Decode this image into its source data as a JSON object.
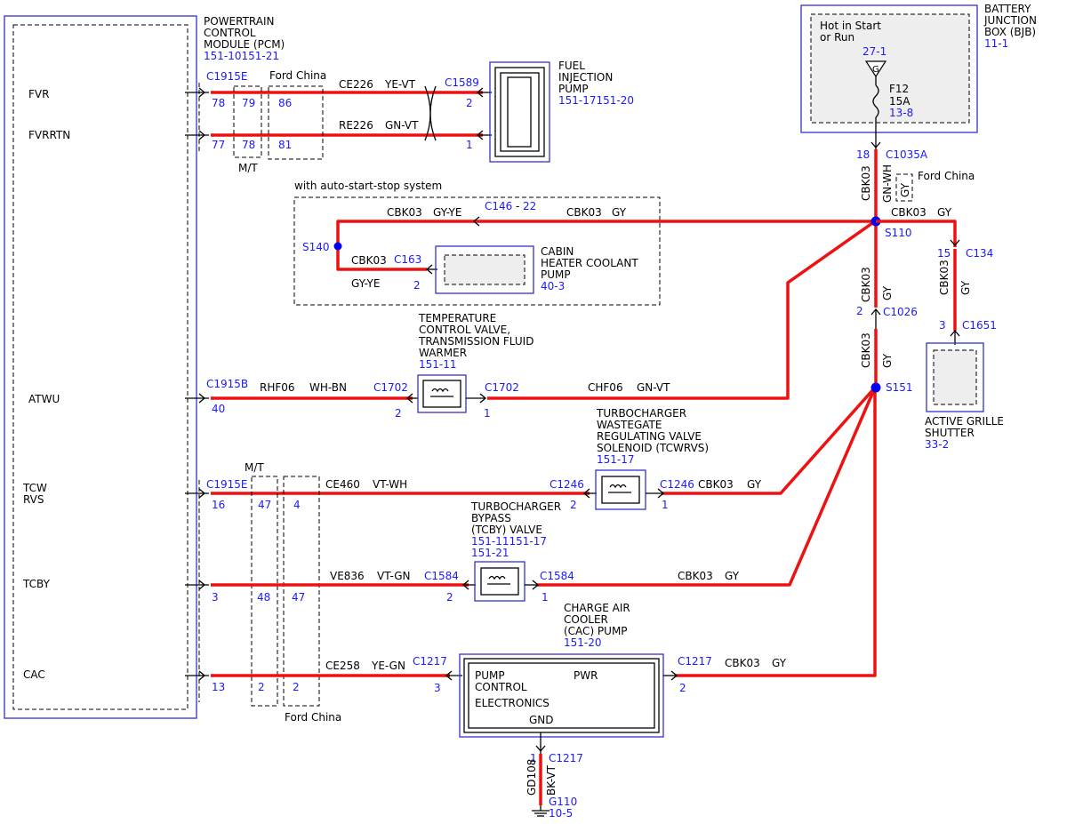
{
  "pcm": {
    "title_lines": [
      "POWERTRAIN",
      "CONTROL",
      "MODULE (PCM)"
    ],
    "ref": "151-10151-21",
    "pins": {
      "fvr": "FVR",
      "fvrrtn": "FVRRTN",
      "atwu": "ATWU",
      "tcw": "TCW",
      "rvs": "RVS",
      "tcby": "TCBY",
      "cac": "CAC"
    }
  },
  "connectors": {
    "c1915e_a": "C1915E",
    "c1915b": "C1915B",
    "c1915e_b": "C1915E",
    "c1589": "C1589",
    "c146": "C146",
    "c146_pin": "22",
    "c163": "C163",
    "c1702_a": "C1702",
    "c1702_b": "C1702",
    "c1246_a": "C1246",
    "c1246_b": "C1246",
    "c1584_a": "C1584",
    "c1584_b": "C1584",
    "c1217_a": "C1217",
    "c1217_b": "C1217",
    "c1217_c": "C1217",
    "c1035a": "C1035A",
    "c134": "C134",
    "c1026": "C1026",
    "c1651": "C1651"
  },
  "pins": {
    "p78": "78",
    "p77": "77",
    "p79": "79",
    "p78b": "78",
    "p86": "86",
    "p81": "81",
    "p2_fip": "2",
    "p1_fip": "1",
    "p2_c163": "2",
    "p40": "40",
    "p2_tcv": "2",
    "p1_tcv": "1",
    "p16": "16",
    "p47": "47",
    "p4": "4",
    "p2_tcw": "2",
    "p1_tcw": "1",
    "p3": "3",
    "p48": "48",
    "p47b": "47",
    "p2_tcby": "2",
    "p1_tcby": "1",
    "p13": "13",
    "p2a": "2",
    "p2b": "2",
    "p3_cac": "3",
    "p2_cac": "2",
    "p1_gnd": "1",
    "p18": "18",
    "p15": "15",
    "p2_c1026": "2",
    "p3_c1651": "3"
  },
  "wires": {
    "ce226": "CE226",
    "ye_vt": "YE-VT",
    "re226": "RE226",
    "gn_vt": "GN-VT",
    "cbk03_a": "CBK03",
    "gy_ye_a": "GY-YE",
    "cbk03_b": "CBK03",
    "gy_a": "GY",
    "cbk03_c": "CBK03",
    "gy_ye_b": "GY-YE",
    "rhf06": "RHF06",
    "wh_bn": "WH-BN",
    "chf06": "CHF06",
    "gn_vt2": "GN-VT",
    "ce460": "CE460",
    "vt_wh": "VT-WH",
    "cbk03_d": "CBK03",
    "gy_b": "GY",
    "ve836": "VE836",
    "vt_gn": "VT-GN",
    "cbk03_e": "CBK03",
    "gy_c": "GY",
    "ce258": "CE258",
    "ye_gn": "YE-GN",
    "cbk03_f": "CBK03",
    "gy_d": "GY",
    "gd108": "GD108",
    "bk_vt": "BK-VT",
    "v_cbk03_1": "CBK03",
    "v_gn_wh": "GN-WH",
    "v_gy_opt": "GY",
    "h_cbk03": "CBK03",
    "h_gy": "GY",
    "v_cbk03_2": "CBK03",
    "v_gy_2": "GY",
    "v_cbk03_3": "CBK03",
    "v_gy_3": "GY",
    "v_cbk03_4": "CBK03",
    "v_gy_4": "GY"
  },
  "labels": {
    "ford_china_1": "Ford China",
    "mt_1": "M/T",
    "assy_system": "with auto-start-stop system",
    "mt_2": "M/T",
    "ford_china_2": "Ford China",
    "ford_china_3": "Ford China",
    "s140": "S140",
    "s110": "S110",
    "s151": "S151"
  },
  "components": {
    "fip": {
      "lines": [
        "FUEL",
        "INJECTION",
        "PUMP"
      ],
      "ref": "151-17151-20"
    },
    "chcp": {
      "lines": [
        "CABIN",
        "HEATER COOLANT",
        "PUMP"
      ],
      "ref": "40-3"
    },
    "tcv": {
      "lines": [
        "TEMPERATURE",
        "CONTROL VALVE,",
        "TRANSMISSION FLUID",
        "WARMER"
      ],
      "ref": "151-11"
    },
    "tcw": {
      "lines": [
        "TURBOCHARGER",
        "WASTEGATE",
        "REGULATING VALVE",
        "SOLENOID (TCWRVS)"
      ],
      "ref": "151-17"
    },
    "tcby": {
      "lines": [
        "TURBOCHARGER",
        "BYPASS",
        "(TCBY) VALVE"
      ],
      "ref1": "151-11151-17",
      "ref2": "151-21"
    },
    "cac": {
      "lines": [
        "CHARGE AIR",
        "COOLER",
        "(CAC) PUMP"
      ],
      "ref": "151-20",
      "pump_control": "PUMP",
      "control": "CONTROL",
      "electronics": "ELECTRONICS",
      "pwr": "PWR",
      "gnd": "GND"
    },
    "bjb": {
      "lines": [
        "BATTERY",
        "JUNCTION",
        "BOX (BJB)"
      ],
      "ref": "11-1",
      "hot_lines": [
        "Hot in Start",
        "or Run"
      ],
      "fuse_ref": "27-1",
      "fuse_id": "F12",
      "fuse_amp": "15A",
      "fuse_loc": "13-8",
      "g_symbol": "G"
    },
    "ags": {
      "lines": [
        "ACTIVE GRILLE",
        "SHUTTER"
      ],
      "ref": "33-2"
    },
    "g110": {
      "name": "G110",
      "ref": "10-5"
    }
  }
}
